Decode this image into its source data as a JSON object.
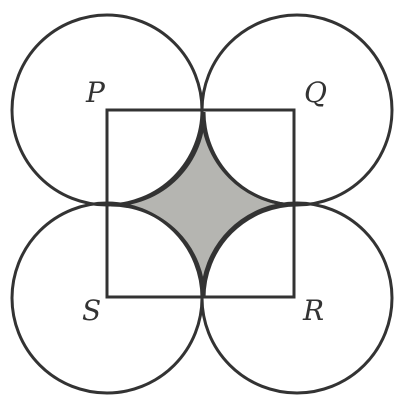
{
  "diagram": {
    "vertex_labels": {
      "P": "P",
      "Q": "Q",
      "R": "R",
      "S": "S"
    },
    "colors": {
      "stroke": "#333333",
      "shaded_region": "#b5b5b1",
      "circle_fill": "#ffffff"
    }
  }
}
